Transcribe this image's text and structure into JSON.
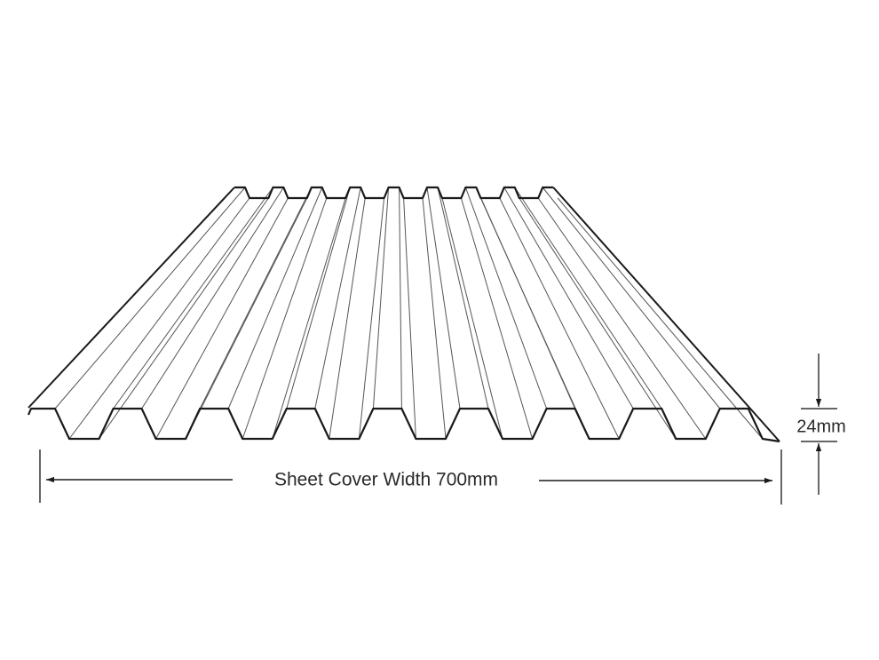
{
  "diagram": {
    "width_label": "Sheet Cover Width 700mm",
    "height_label": "24mm",
    "ribs": 9,
    "line_color": "#1a1a1a",
    "thin_line_color": "#555555"
  }
}
